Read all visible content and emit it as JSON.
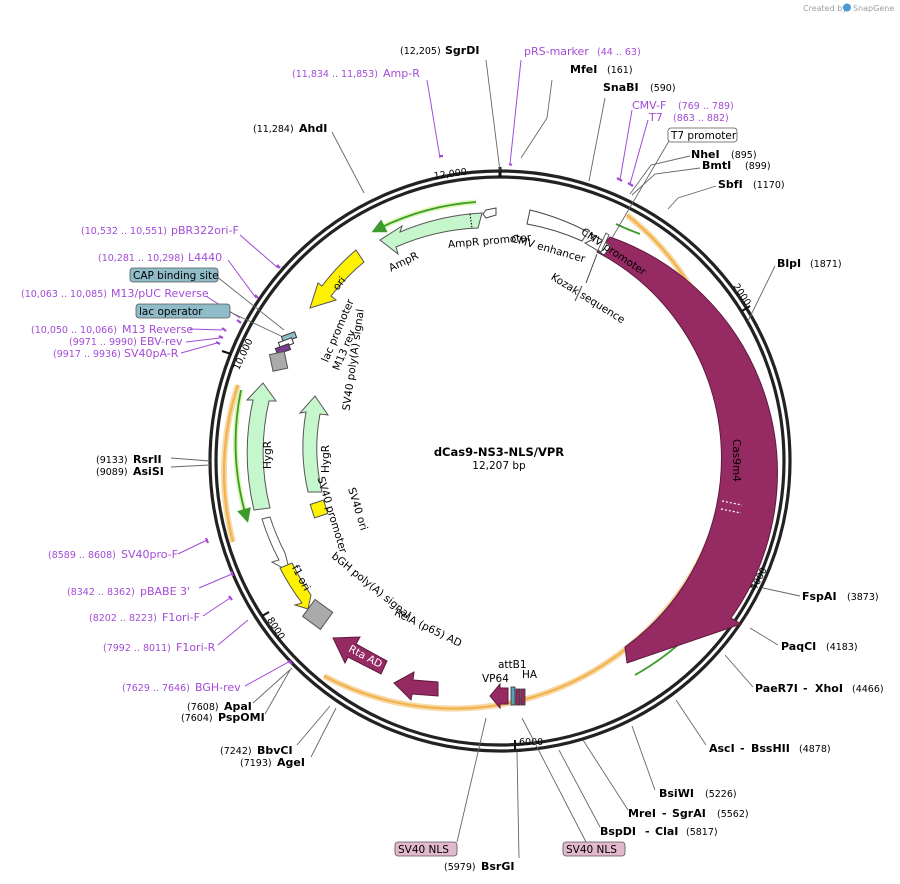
{
  "credit": {
    "prefix": "Created by",
    "brand": "SnapGene"
  },
  "plasmid": {
    "name": "dCas9-NS3-NLS/VPR",
    "size": "12,207 bp"
  },
  "ticks": [
    "2000",
    "4000",
    "6000",
    "8000",
    "10,000",
    "12,000"
  ],
  "sites": [
    {
      "name": "SgrDI",
      "pos": "(12,205)"
    },
    {
      "name": "MfeI",
      "pos": "(161)"
    },
    {
      "name": "SnaBI",
      "pos": "(590)"
    },
    {
      "name": "NheI",
      "pos": "(895)"
    },
    {
      "name": "BmtI",
      "pos": "(899)"
    },
    {
      "name": "SbfI",
      "pos": "(1170)"
    },
    {
      "name": "BlpI",
      "pos": "(1871)"
    },
    {
      "name": "FspAI",
      "pos": "(3873)"
    },
    {
      "name": "PaqCI",
      "pos": "(4183)"
    },
    {
      "name": "PaeR7I",
      "pos": "(4466)"
    },
    {
      "name": "XhoI",
      "pos": ""
    },
    {
      "name": "AscI",
      "pos": "(4878)"
    },
    {
      "name": "BssHII",
      "pos": ""
    },
    {
      "name": "BsiWI",
      "pos": "(5226)"
    },
    {
      "name": "MreI",
      "pos": "(5562)"
    },
    {
      "name": "SgrAI",
      "pos": ""
    },
    {
      "name": "BspDI",
      "pos": "(5817)"
    },
    {
      "name": "ClaI",
      "pos": ""
    },
    {
      "name": "BsrGI",
      "pos": "(5979)"
    },
    {
      "name": "BbvCI",
      "pos": "(7242)"
    },
    {
      "name": "AgeI",
      "pos": "(7193)"
    },
    {
      "name": "ApaI",
      "pos": "(7608)"
    },
    {
      "name": "PspOMI",
      "pos": "(7604)"
    },
    {
      "name": "RsrII",
      "pos": "(9133)"
    },
    {
      "name": "AsiSI",
      "pos": "(9089)"
    },
    {
      "name": "AhdI",
      "pos": "(11,284)"
    }
  ],
  "primers": [
    {
      "name": "pRS-marker",
      "pos": "(44 .. 63)"
    },
    {
      "name": "Amp-R",
      "pos": "(11,834 .. 11,853)"
    },
    {
      "name": "CMV-F",
      "pos": "(769 .. 789)"
    },
    {
      "name": "T7",
      "pos": "(863 .. 882)"
    },
    {
      "name": "pBR322ori-F",
      "pos": "(10,532 .. 10,551)"
    },
    {
      "name": "L4440",
      "pos": "(10,281 .. 10,298)"
    },
    {
      "name": "M13/pUC Reverse",
      "pos": "(10,063 .. 10,085)"
    },
    {
      "name": "M13 Reverse",
      "pos": "(10,050 .. 10,066)"
    },
    {
      "name": "EBV-rev",
      "pos": "(9971 .. 9990)"
    },
    {
      "name": "SV40pA-R",
      "pos": "(9917 .. 9936)"
    },
    {
      "name": "SV40pro-F",
      "pos": "(8589 .. 8608)"
    },
    {
      "name": "pBABE 3'",
      "pos": "(8342 .. 8362)"
    },
    {
      "name": "F1ori-F",
      "pos": "(8202 .. 8223)"
    },
    {
      "name": "F1ori-R",
      "pos": "(7992 .. 8011)"
    },
    {
      "name": "BGH-rev",
      "pos": "(7629 .. 7646)"
    }
  ],
  "boxes": [
    "T7 promoter",
    "CAP binding site",
    "lac operator",
    "SV40 NLS",
    "SV40 NLS"
  ],
  "features": [
    "AmpR promoter",
    "CMV enhancer",
    "CMV promoter",
    "AmpR",
    "Kozak sequence",
    "ori",
    "lac promoter",
    "M13 rev",
    "SV40 poly(A) signal",
    "HygR",
    "HygR",
    "SV40 ori",
    "SV40 promoter",
    "f1 ori",
    "bGH poly(A) signal",
    "RelA (p65) AD",
    "Rta AD",
    "attB1",
    "VP64",
    "HA",
    "Cas9m4"
  ],
  "colors": {
    "cas9": "#962a62",
    "resistance": "#c6f6cb",
    "ori": "#fff200",
    "promoter": "#ffffff",
    "primer": "#a24bd6",
    "orf_band": "#f2b24d",
    "misc_box": "#8fbcc8",
    "nls_box": "#e2b9cc"
  }
}
